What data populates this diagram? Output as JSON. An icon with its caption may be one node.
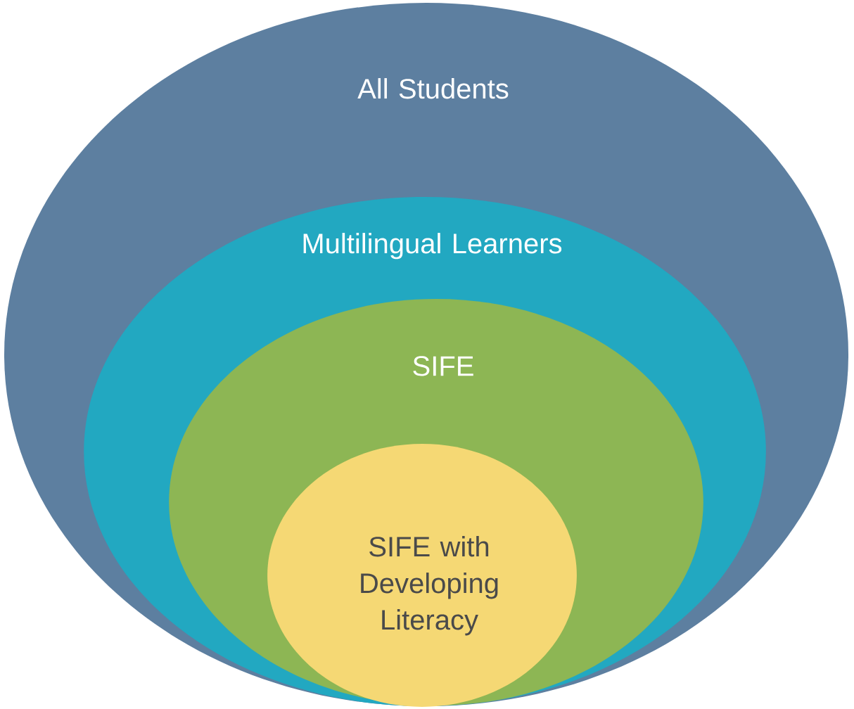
{
  "diagram": {
    "nodes": [
      {
        "text": [
          "All Students"
        ]
      },
      {
        "text": [
          "Multilingual Learners"
        ],
        "in": 0
      },
      {
        "text": [
          "SIFE"
        ],
        "in": 1
      },
      {
        "text": [
          "SIFE with Developing Literacy"
        ],
        "in": 2
      }
    ]
  }
}
